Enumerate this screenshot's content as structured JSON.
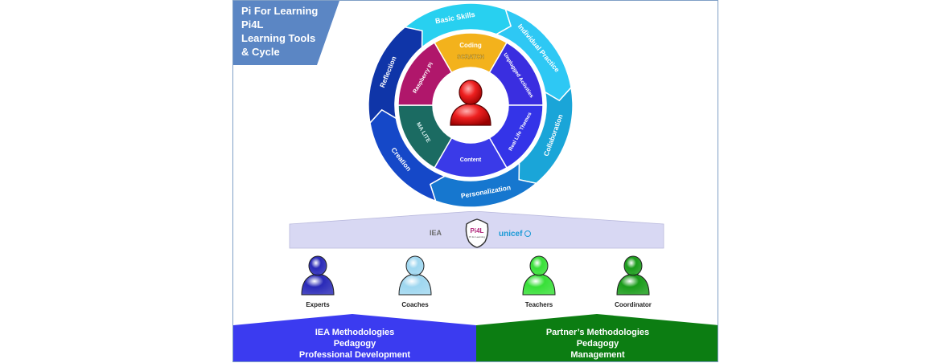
{
  "title": {
    "lines": [
      "Pi For Learning",
      "Pi4L",
      "Learning Tools",
      "& Cycle"
    ],
    "bg_color": "#5b86c4"
  },
  "cycle": {
    "outer_ring": [
      "Basic Skills",
      "Individual Practice",
      "Collaboration",
      "Personalization",
      "Creation",
      "Reflection"
    ],
    "inner_ring": [
      "Coding",
      "Unplugged Activities",
      "Real Life Themes",
      "Content",
      "MA LITE",
      "Raspberry Pi"
    ],
    "scratch_logo": "SCRATCH",
    "center_icon": "person-red-icon"
  },
  "logos": {
    "iea": "IEA",
    "pi4l": "Pi4L",
    "pi4l_sub": "Pi for Learning",
    "unicef": "unicef"
  },
  "roles": [
    {
      "label": "Experts",
      "color": "#2a2ab8",
      "icon": "person-blue-icon"
    },
    {
      "label": "Coaches",
      "color": "#9fd7f0",
      "icon": "person-lightblue-icon"
    },
    {
      "label": "Teachers",
      "color": "#38e038",
      "icon": "person-lightgreen-icon"
    },
    {
      "label": "Coordinator",
      "color": "#1a9c1a",
      "icon": "person-green-icon"
    }
  ],
  "bands": {
    "left": {
      "lines": [
        "IEA Methodologies",
        "Pedagogy",
        "Professional Development"
      ],
      "color": "#3b3bf0"
    },
    "right": {
      "lines": [
        "Partner’s Methodologies",
        "Pedagogy",
        "Management"
      ],
      "color": "#0c7d12"
    }
  }
}
